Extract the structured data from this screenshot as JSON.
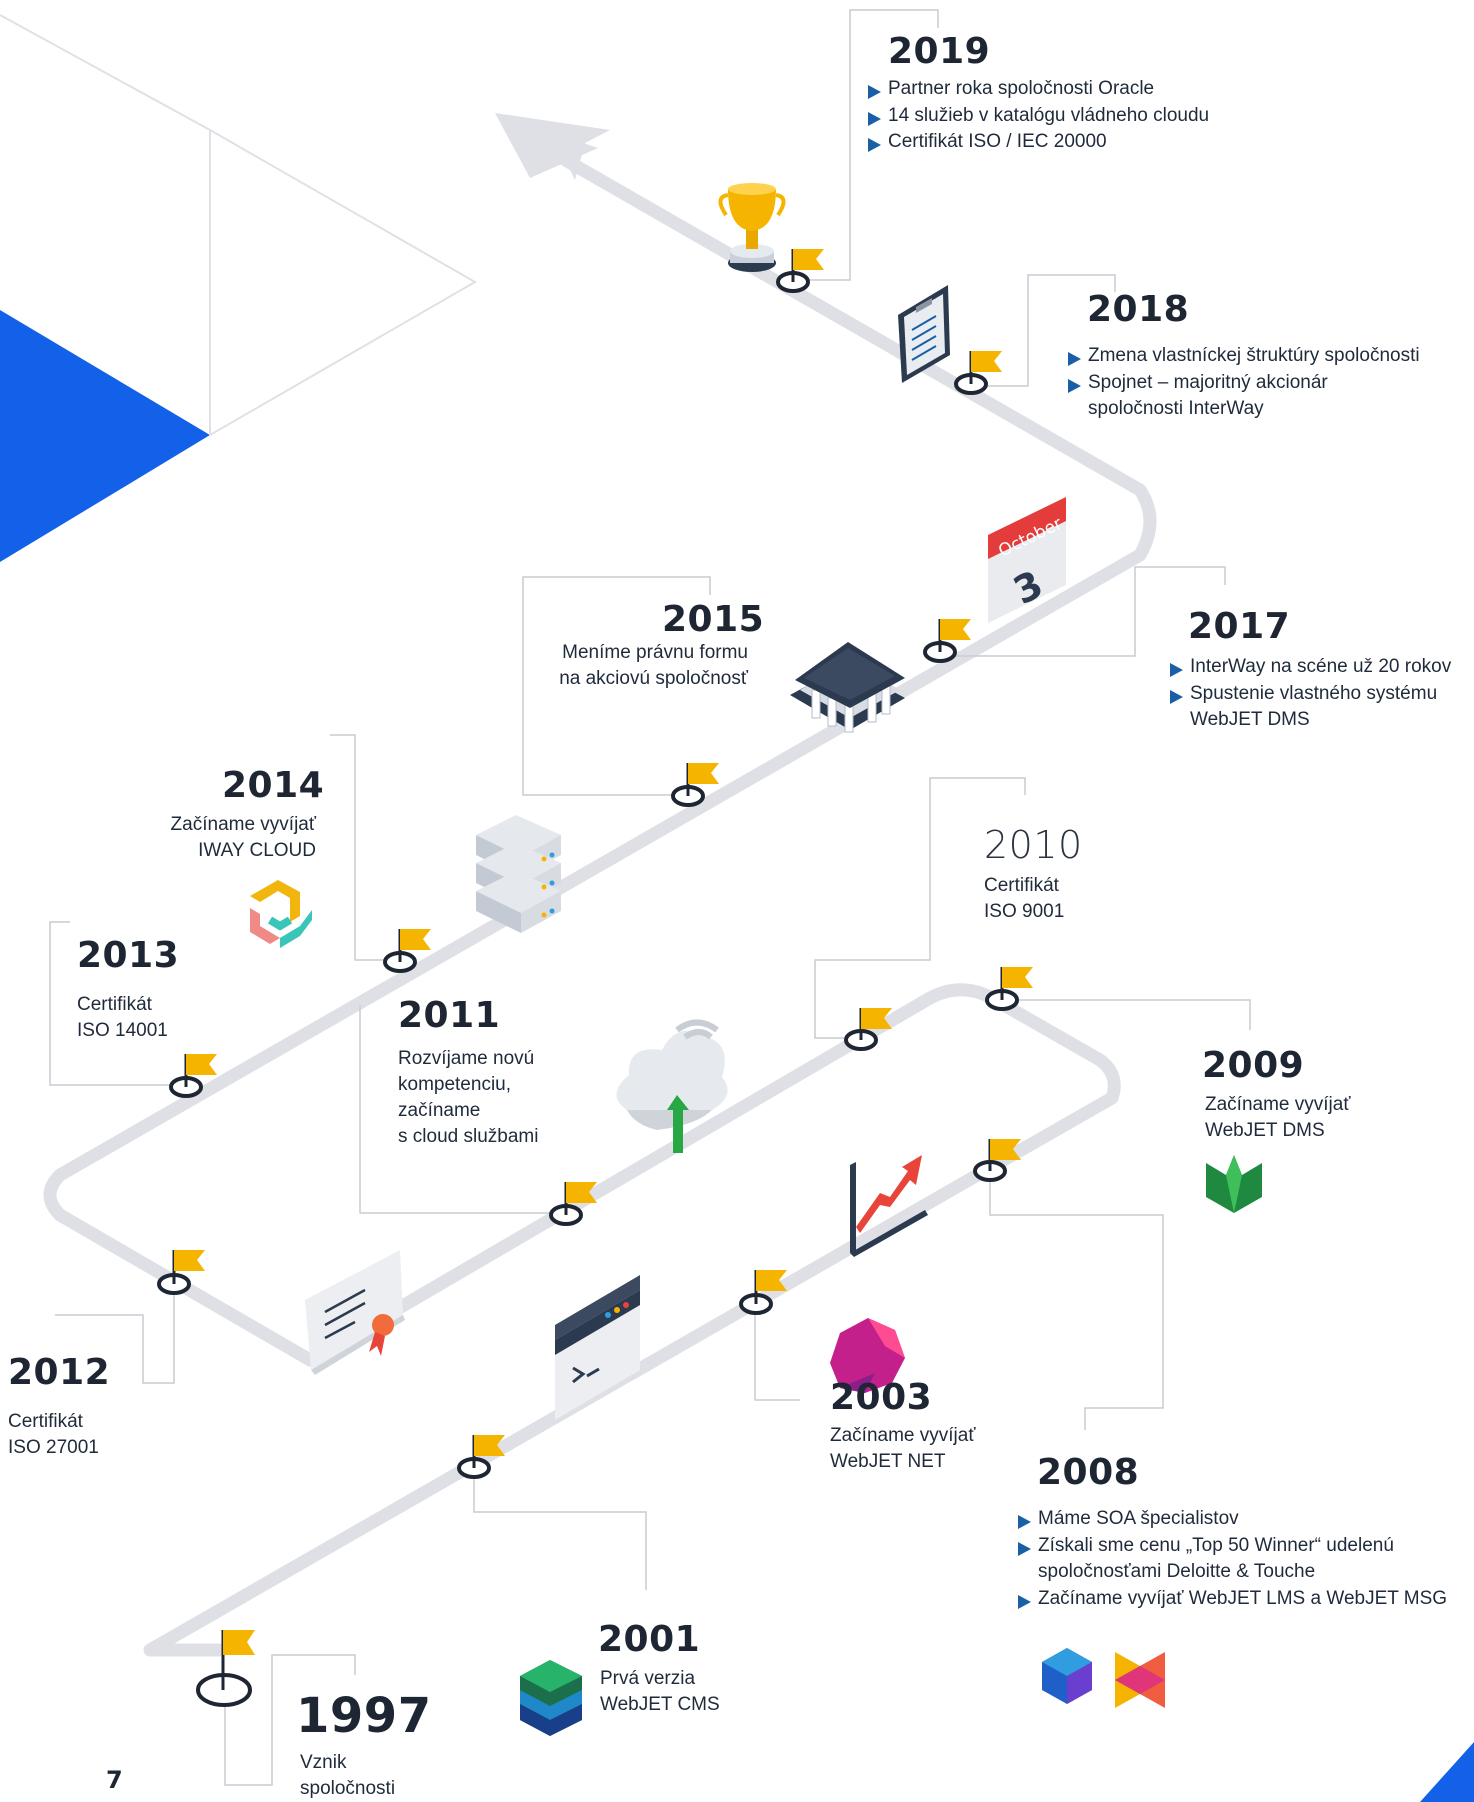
{
  "page_number": "7",
  "colors": {
    "path": "#dfe0e6",
    "flag": "#f5b400",
    "accent_blue": "#1a5fa5",
    "connector": "#c9ccd3",
    "text": "#1f2a3a"
  },
  "milestones": {
    "y2019": {
      "year": "2019",
      "items": [
        "Partner roka spoločnosti Oracle",
        "14 služieb v katalógu vládneho cloudu",
        "Certifikát ISO / IEC 20000"
      ],
      "icon": "trophy-icon"
    },
    "y2018": {
      "year": "2018",
      "items": [
        "Zmena vlastníckej štruktúry spoločnosti",
        "Spojnet – majoritný akcionár",
        "spoločnosti InterWay"
      ],
      "icon": "clipboard-icon"
    },
    "y2017": {
      "year": "2017",
      "items": [
        "InterWay na scéne už 20 rokov",
        "Spustenie vlastného systému",
        "WebJET DMS"
      ],
      "icon": "calendar-icon",
      "calendar_month": "October",
      "calendar_day": "3"
    },
    "y2015": {
      "year": "2015",
      "lines": [
        "Meníme právnu formu",
        "na akciovú spoločnosť"
      ],
      "icon": "bank-icon"
    },
    "y2014": {
      "year": "2014",
      "lines": [
        "Začíname vyvíjať",
        "IWAY CLOUD"
      ],
      "icon": "iway-cloud-logo"
    },
    "y2013": {
      "year": "2013",
      "lines": [
        "Certifikát",
        "ISO 14001"
      ]
    },
    "y2012": {
      "year": "2012",
      "lines": [
        "Certifikát",
        "ISO 27001"
      ],
      "icon": "certificate-icon"
    },
    "y2011": {
      "year": "2011",
      "lines": [
        "Rozvíjame novú",
        "kompetenciu,",
        "začíname",
        "s cloud službami"
      ],
      "icon": "cloud-icon"
    },
    "y2010": {
      "year": "2010",
      "lines": [
        "Certifikát",
        "ISO 9001"
      ]
    },
    "y2009": {
      "year": "2009",
      "lines": [
        "Začíname vyvíjať",
        "WebJET DMS"
      ],
      "icon": "webjet-dms-logo"
    },
    "y2008": {
      "year": "2008",
      "items": [
        "Máme SOA špecialistov",
        "Získali sme cenu „Top 50 Winner“ udelenú",
        "spoločnosťami Deloitte & Touche",
        "Začíname vyvíjať WebJET LMS a WebJET MSG"
      ],
      "icon": "growth-chart-icon"
    },
    "y2003": {
      "year": "2003",
      "lines": [
        "Začíname vyvíjať",
        "WebJET NET"
      ],
      "icon": "webjet-net-logo"
    },
    "y2001": {
      "year": "2001",
      "lines": [
        "Prvá verzia",
        "WebJET CMS"
      ],
      "icon": "terminal-window-icon"
    },
    "y1997": {
      "year": "1997",
      "lines": [
        "Vznik",
        "spoločnosti"
      ]
    }
  }
}
